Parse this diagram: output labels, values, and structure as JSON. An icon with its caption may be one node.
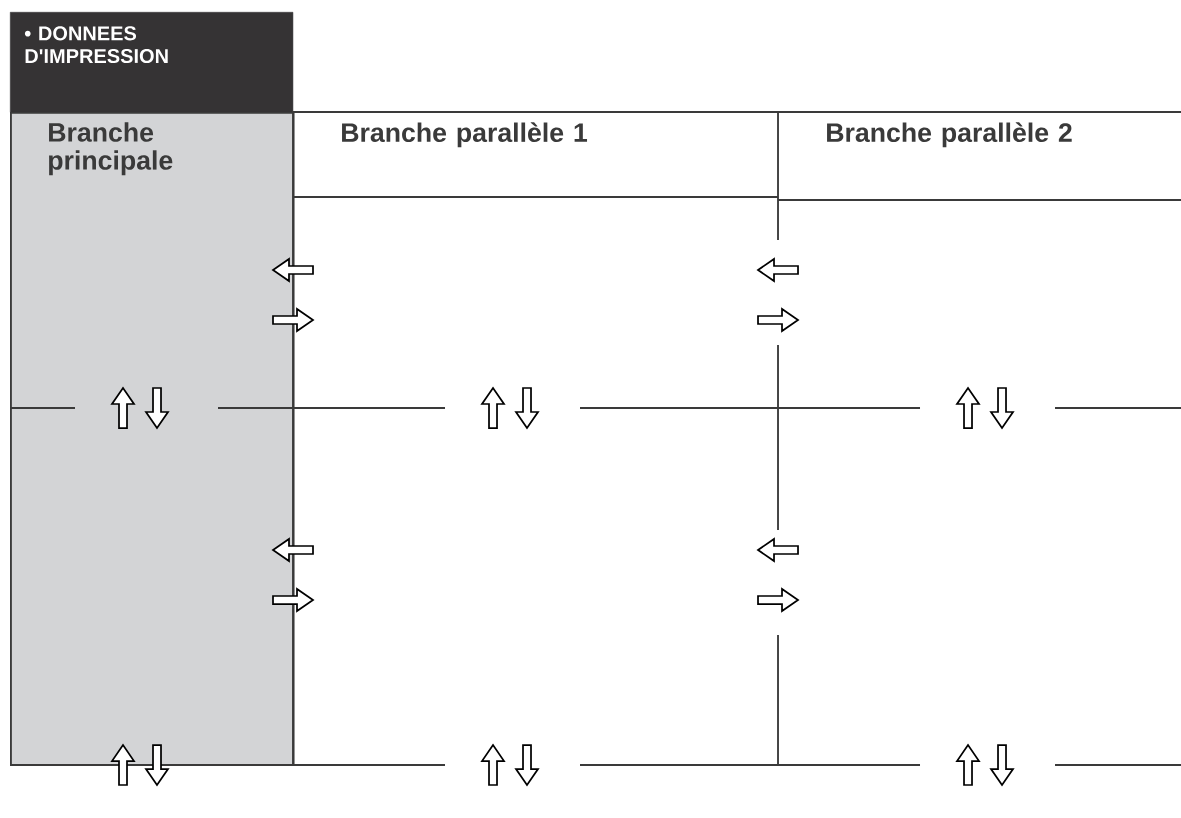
{
  "diagram": {
    "nodes": [
      {
        "text": [
          "• DONNEES D'IMPRESSION"
        ]
      },
      {
        "text": [
          "Branche principale"
        ]
      },
      {
        "text": [
          "Branche parallèle 1"
        ]
      },
      {
        "text": [
          "Branche parallèle 2"
        ]
      }
    ]
  }
}
